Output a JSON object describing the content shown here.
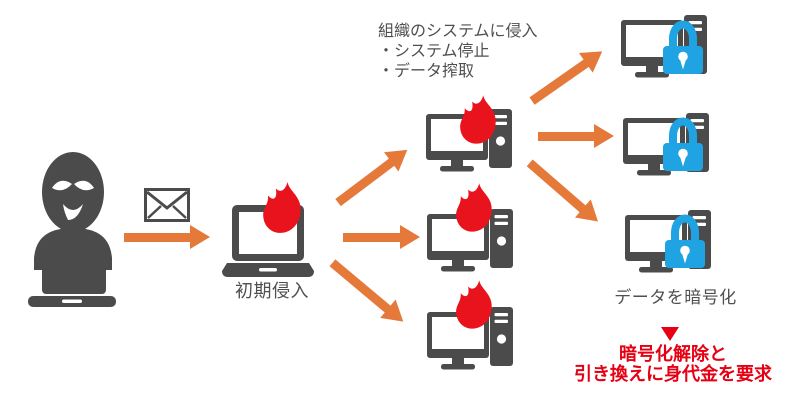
{
  "colors": {
    "icon_gray": "#4b4b4b",
    "arrow_orange": "#e5793a",
    "flame_red": "#e8131c",
    "lock_blue": "#1fa3e3",
    "ransom_red": "#e60013",
    "label_gray": "#4f4f4f"
  },
  "stages": {
    "attacker": {
      "icon": "hacker-icon"
    },
    "delivery": {
      "icon": "email-icon"
    },
    "initial_intrusion": {
      "label": "初期侵入",
      "icons": [
        "laptop-icon",
        "flame-icon"
      ]
    },
    "spread": {
      "title": "組織のシステムに侵入",
      "items": [
        "・システム停止",
        "・データ搾取"
      ],
      "infected_count": 3,
      "icons": [
        "desktop-icon",
        "flame-icon"
      ]
    },
    "encryption": {
      "label": "データを暗号化",
      "locked_count": 3,
      "icons": [
        "desktop-icon",
        "lock-icon"
      ]
    },
    "ransom": {
      "pointer_icon": "triangle-down-icon",
      "lines": [
        "暗号化解除と",
        "引き換えに身代金を要求"
      ]
    }
  }
}
